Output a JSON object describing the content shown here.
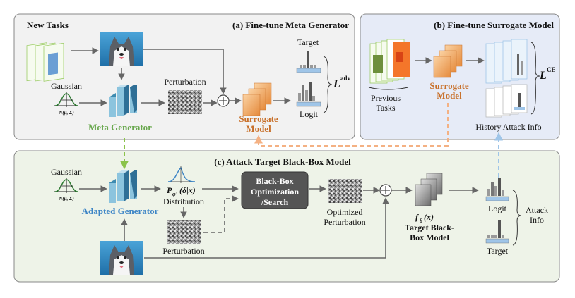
{
  "panel_a": {
    "title": "(a) Fine-tune Meta Generator",
    "new_tasks": "New Tasks",
    "gaussian": "Gaussian",
    "normal": "N(μ, Σ)",
    "meta_generator": "Meta Generator",
    "perturbation": "Perturbation",
    "surrogate_1": "Surrogate",
    "surrogate_2": "Model",
    "target": "Target",
    "logit": "Logit",
    "loss": "L",
    "loss_sup": "adv"
  },
  "panel_b": {
    "title": "(b) Fine-tune Surrogate Model",
    "previous_1": "Previous",
    "previous_2": "Tasks",
    "surrogate_1": "Surrogate",
    "surrogate_2": "Model",
    "loss": "L",
    "loss_sup": "CE",
    "history": "History Attack Info"
  },
  "panel_c": {
    "title": "(c) Attack Target Black-Box Model",
    "gaussian": "Gaussian",
    "normal": "N(μ, Σ)",
    "adapted_generator": "Adapted Generator",
    "dist_formula": "P",
    "dist_sub": "φ'",
    "dist_arg": "(δ|x)",
    "distribution": "Distribution",
    "perturbation": "Perturbation",
    "bb_opt_1": "Black-Box",
    "bb_opt_2": "Optimization",
    "bb_opt_3": "/Search",
    "optimized_1": "Optimized",
    "optimized_2": "Perturbation",
    "f_theta": "f",
    "f_sub": "θ",
    "f_arg": "(x)",
    "target_bb_1": "Target Black-",
    "target_bb_2": "Box Model",
    "logit": "Logit",
    "target": "Target",
    "attack_info_1": "Attack",
    "attack_info_2": "Info"
  },
  "colors": {
    "panel_a_bg": "#f2f2f2",
    "panel_b_bg": "#e6ebf7",
    "panel_c_bg": "#eef3e8",
    "meta_green": "#6aa84f",
    "adapted_blue": "#3d85c6",
    "surrogate_orange": "#c8702a",
    "dashed_orange": "#f4b183",
    "dashed_blue": "#9fc5e8",
    "dashed_green": "#8bc34a"
  }
}
